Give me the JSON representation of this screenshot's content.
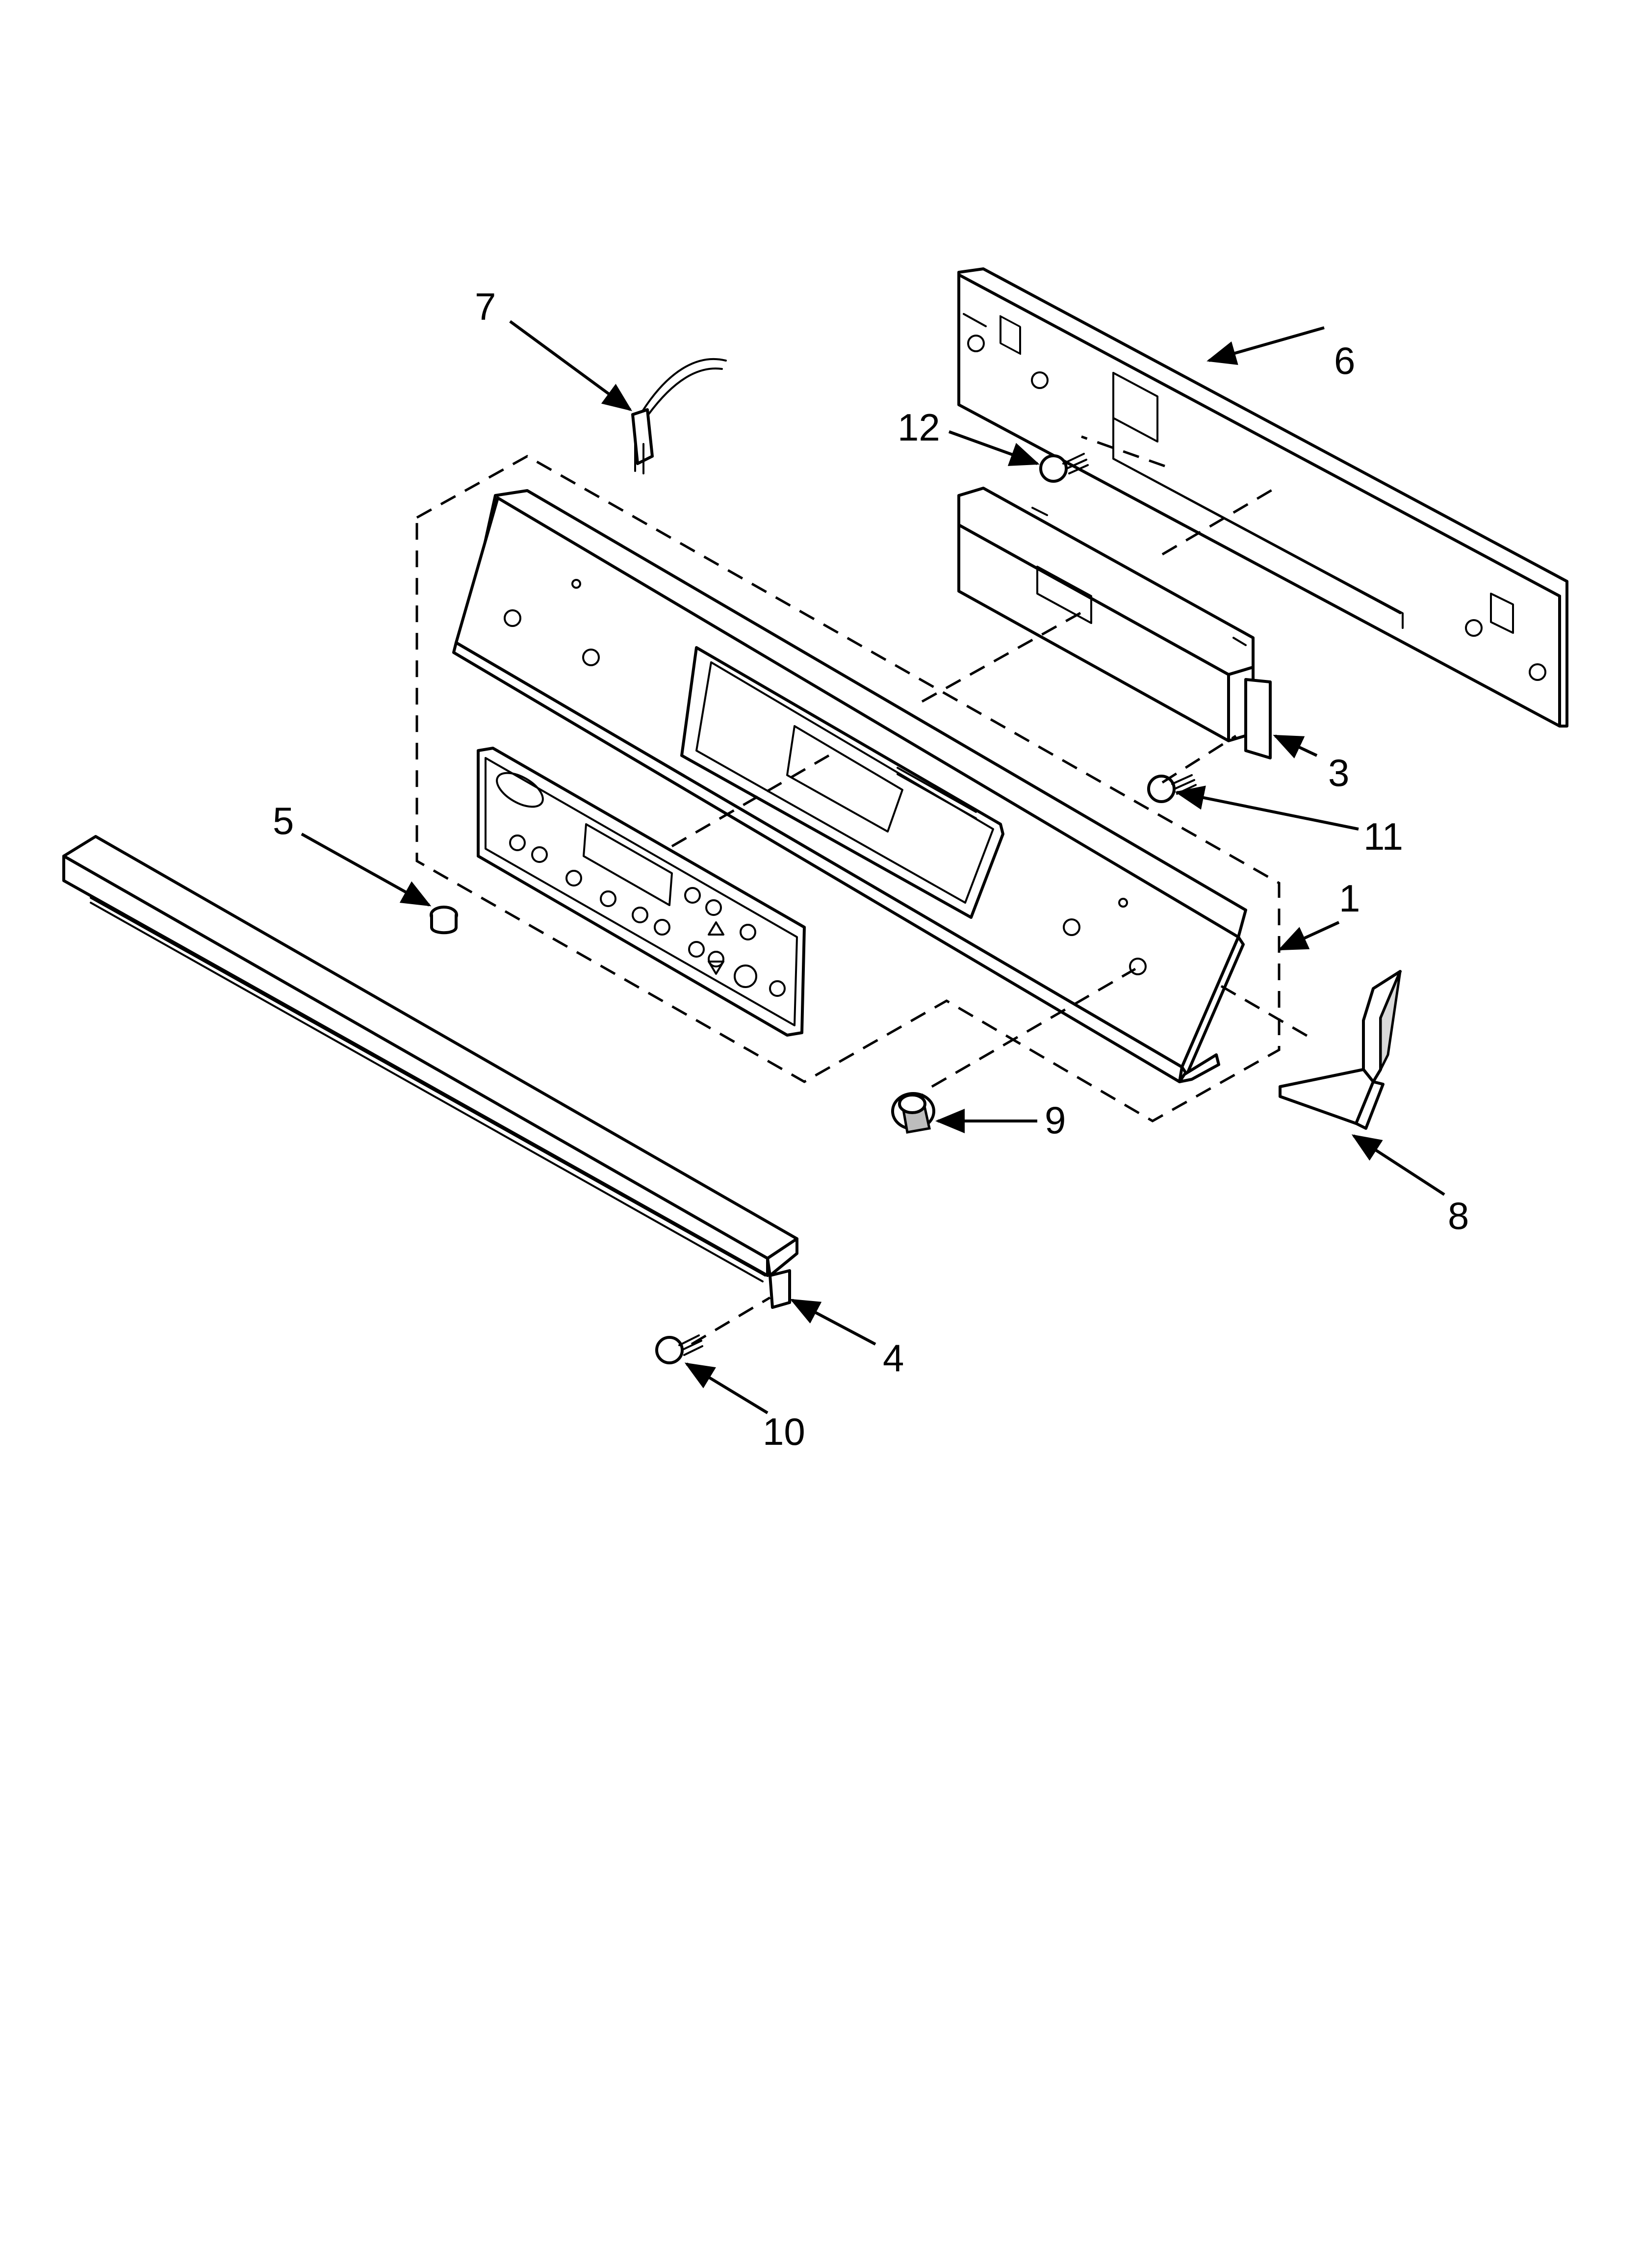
{
  "callouts": {
    "c1": "1",
    "c3": "3",
    "c4": "4",
    "c5": "5",
    "c6": "6",
    "c7": "7",
    "c8": "8",
    "c9": "9",
    "c10": "10",
    "c11": "11",
    "c12": "12"
  }
}
